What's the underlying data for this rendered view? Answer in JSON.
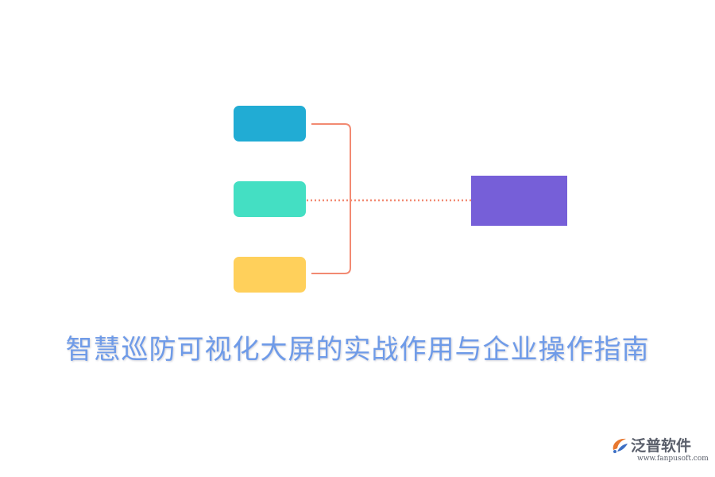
{
  "title": "智慧巡防可视化大屏的实战作用与企业操作指南",
  "nodes": [
    {
      "id": "top",
      "label": "",
      "color": "#21acd4"
    },
    {
      "id": "middle",
      "label": "",
      "color": "#44dfc3"
    },
    {
      "id": "bottom",
      "label": "",
      "color": "#ffd05b"
    },
    {
      "id": "target",
      "label": "",
      "color": "#765fd8"
    }
  ],
  "connector_color": "#f28a72",
  "title_color": "#6f9be8",
  "logo": {
    "name": "泛普软件",
    "url": "www.fanpusoft.com",
    "icon": "fanpu-logo-icon"
  }
}
